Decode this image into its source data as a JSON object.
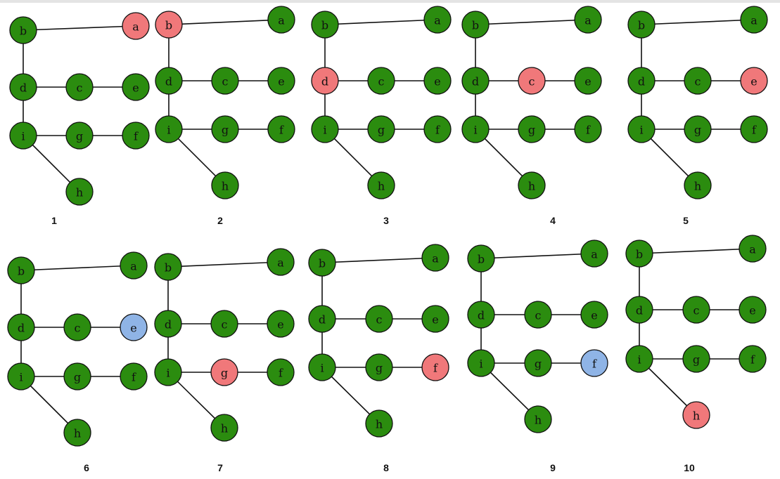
{
  "colors": {
    "normal": "#2b8c0f",
    "red": "#f0787a",
    "blue": "#8fb4e6"
  },
  "panels": [
    {
      "label": "1",
      "red": "a",
      "blue": ""
    },
    {
      "label": "2",
      "red": "b",
      "blue": ""
    },
    {
      "label": "3",
      "red": "d",
      "blue": ""
    },
    {
      "label": "4",
      "red": "c",
      "blue": ""
    },
    {
      "label": "5",
      "red": "e",
      "blue": ""
    },
    {
      "label": "6",
      "red": "",
      "blue": "e"
    },
    {
      "label": "7",
      "red": "g",
      "blue": ""
    },
    {
      "label": "8",
      "red": "f",
      "blue": ""
    },
    {
      "label": "9",
      "red": "",
      "blue": "f"
    },
    {
      "label": "10",
      "red": "h",
      "blue": ""
    }
  ],
  "nodes": [
    "a",
    "b",
    "c",
    "d",
    "e",
    "f",
    "g",
    "h",
    "i"
  ],
  "edges": [
    [
      "b",
      "a"
    ],
    [
      "b",
      "d"
    ],
    [
      "d",
      "c"
    ],
    [
      "c",
      "e"
    ],
    [
      "d",
      "i"
    ],
    [
      "i",
      "g"
    ],
    [
      "g",
      "f"
    ],
    [
      "i",
      "h"
    ]
  ]
}
